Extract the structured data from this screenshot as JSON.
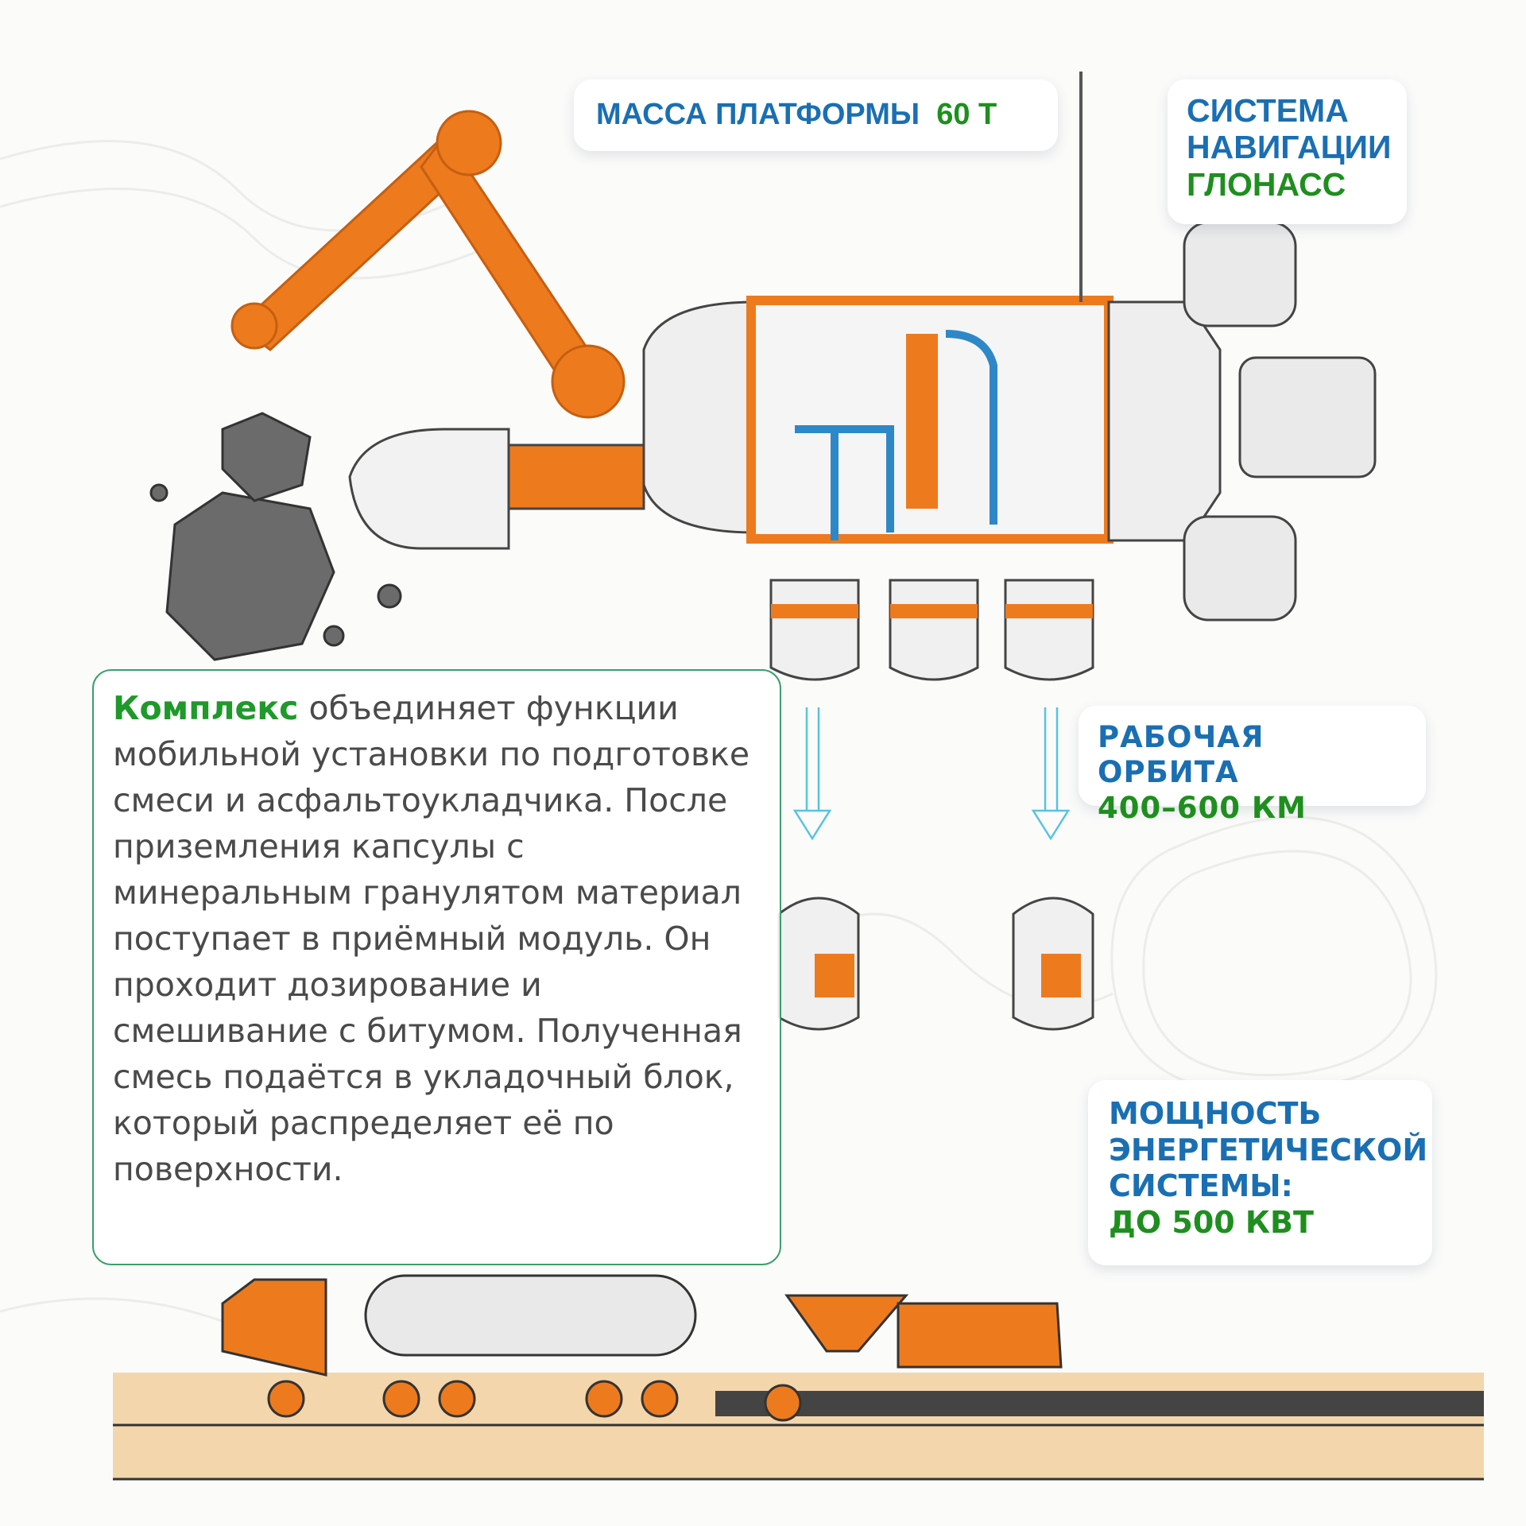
{
  "callouts": {
    "mass": {
      "label": "МАССА ПЛАТФОРМЫ",
      "value": "60 Т"
    },
    "navigation": {
      "line1": "СИСТЕМА",
      "line2": "НАВИГАЦИИ",
      "value": "ГЛОНАСС"
    },
    "orbit": {
      "label": "РАБОЧАЯ ОРБИТА",
      "value": "400–600 КМ"
    },
    "power": {
      "line1": "МОЩНОСТЬ",
      "line2": "ЭНЕРГЕТИЧЕСКОЙ",
      "line3": "СИСТЕМЫ:",
      "value": "ДО 500 КВТ"
    }
  },
  "description": {
    "highlight": "Комплекс",
    "text": " объединяет функции мобильной установки по подготовке смеси и асфальтоукладчика. После приземления капсулы с минеральным гранулятом материал поступает в приёмный модуль. Он проходит дозирование и смешивание с битумом. Полученная смесь подаётся в укладочный блок, который распределяет её по поверхности."
  },
  "colors": {
    "accent_orange": "#ee7a1e",
    "title_blue": "#1a6fb3",
    "value_green": "#1e8f1e",
    "frame_green": "#3aa06a"
  }
}
